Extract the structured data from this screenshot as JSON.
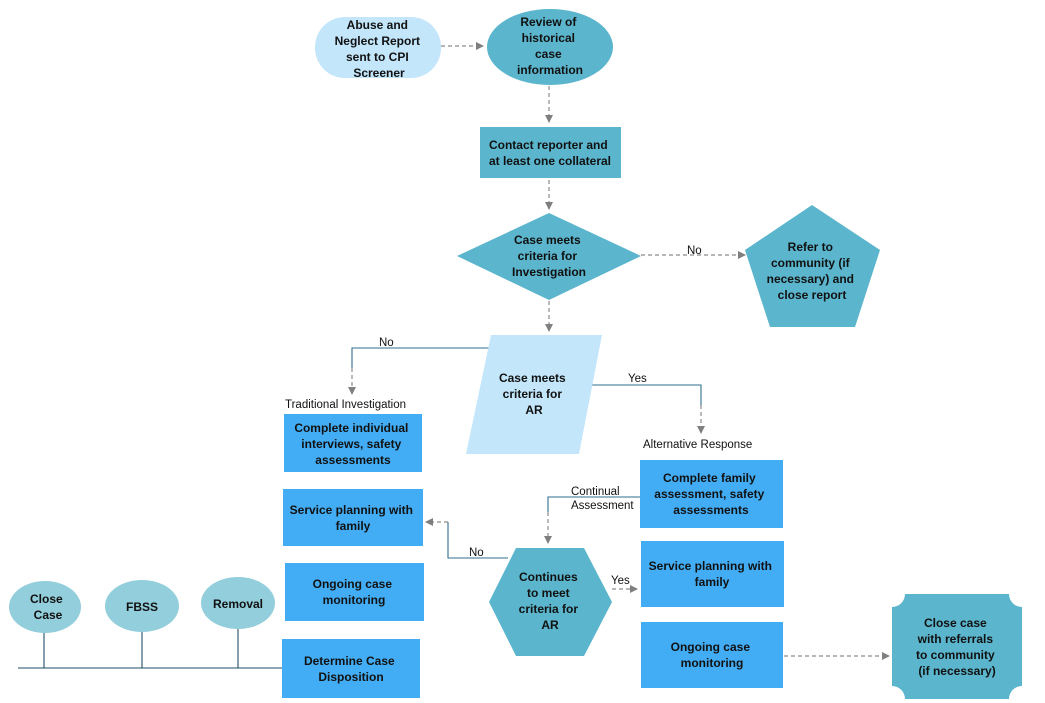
{
  "colors": {
    "teal": "#5ab5cd",
    "light_blue": "#c3e6fb",
    "bright_blue": "#42adf5",
    "pale_teal": "#92cedb",
    "connector": "#8c8c8c"
  },
  "nodes": {
    "abuse_report": [
      "Abuse and",
      "Neglect Report",
      "sent to CPI",
      "Screener"
    ],
    "review_history": [
      "Review of",
      "historical",
      "case",
      "information"
    ],
    "contact_reporter": [
      "Contact reporter and",
      "at least one collateral"
    ],
    "criteria_investigation": [
      "Case meets",
      "criteria for",
      "Investigation"
    ],
    "refer_community": [
      "Refer to",
      "community (if",
      "necessary) and",
      "close report"
    ],
    "criteria_ar": [
      "Case meets",
      "criteria for",
      "AR"
    ],
    "trad_interviews": [
      "Complete individual",
      "interviews, safety",
      "assessments"
    ],
    "trad_service_planning": [
      "Service planning with",
      "family"
    ],
    "trad_monitoring": [
      "Ongoing case",
      "monitoring"
    ],
    "determine_disposition": [
      "Determine Case",
      "Disposition"
    ],
    "close_case": [
      "Close",
      "Case"
    ],
    "fbss": [
      "FBSS"
    ],
    "removal": [
      "Removal"
    ],
    "continues_ar": [
      "Continues",
      "to meet",
      "criteria for",
      "AR"
    ],
    "ar_family_assessment": [
      "Complete family",
      "assessment, safety",
      "assessments"
    ],
    "ar_service_planning": [
      "Service planning with",
      "family"
    ],
    "ar_monitoring": [
      "Ongoing case",
      "monitoring"
    ],
    "close_with_referrals": [
      "Close case",
      "with referrals",
      "to community",
      "(if necessary)"
    ]
  },
  "labels": {
    "no_refer": "No",
    "no_traditional": "No",
    "yes_ar": "Yes",
    "traditional_investigation": "Traditional Investigation",
    "alternative_response": "Alternative Response",
    "continual_assessment": [
      "Continual",
      "Assessment"
    ],
    "yes_continue": "Yes",
    "no_continue": "No"
  }
}
